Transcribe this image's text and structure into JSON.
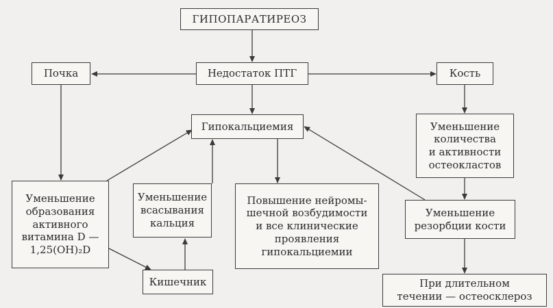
{
  "nodes": {
    "hypoparathyroidism": "ГИПОПАРАТИРЕОЗ",
    "pth_deficiency": "Недостаток ПТГ",
    "kidney": "Почка",
    "bone": "Кость",
    "hypocalcemia": "Гипокальциемия",
    "osteoclasts": "Уменьшение\nколичества\nи активности\nостеокластов",
    "vitamin_d": "Уменьшение\nобразования\nактивного\nвитамина D —\n1,25(OH)₂D",
    "calcium_absorption": "Уменьшение\nвсасывания\nкальция",
    "neuromuscular": "Повышение нейромы-\nшечной возбудимости\nи все клинические\nпроявления\nгипокальциемии",
    "bone_resorption": "Уменьшение\nрезорбции кости",
    "intestine": "Кишечник",
    "osteosclerosis": "При длительном\nтечении — остеосклероз"
  },
  "edges": [
    {
      "from": "hypoparathyroidism",
      "to": "pth_deficiency"
    },
    {
      "from": "pth_deficiency",
      "to": "kidney"
    },
    {
      "from": "pth_deficiency",
      "to": "bone"
    },
    {
      "from": "pth_deficiency",
      "to": "hypocalcemia"
    },
    {
      "from": "kidney",
      "to": "vitamin_d"
    },
    {
      "from": "bone",
      "to": "osteoclasts"
    },
    {
      "from": "osteoclasts",
      "to": "bone_resorption"
    },
    {
      "from": "bone_resorption",
      "to": "osteosclerosis"
    },
    {
      "from": "bone_resorption",
      "to": "hypocalcemia"
    },
    {
      "from": "vitamin_d",
      "to": "hypocalcemia"
    },
    {
      "from": "vitamin_d",
      "to": "intestine"
    },
    {
      "from": "intestine",
      "to": "calcium_absorption"
    },
    {
      "from": "calcium_absorption",
      "to": "hypocalcemia"
    },
    {
      "from": "hypocalcemia",
      "to": "neuromuscular"
    }
  ]
}
